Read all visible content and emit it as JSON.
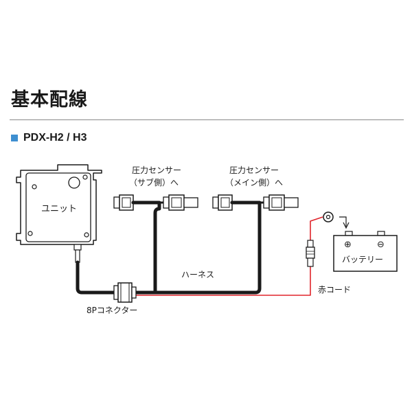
{
  "header": {
    "title": "基本配線",
    "model": "PDX-H2 / H3",
    "accent_color": "#3e8fd0"
  },
  "diagram": {
    "unit_label": "ユニット",
    "sensor_sub_line1": "圧力センサー",
    "sensor_sub_line2": "（サブ側）へ",
    "sensor_main_line1": "圧力センサー",
    "sensor_main_line2": "（メイン側）へ",
    "harness_label": "ハーネス",
    "connector_label": "8Pコネクター",
    "red_cord_label": "赤コード",
    "battery_label": "バッテリー",
    "battery_plus": "⊕",
    "battery_minus": "⊖",
    "wire_color": "#1a1a1a",
    "red_wire_color": "#e0232a"
  }
}
